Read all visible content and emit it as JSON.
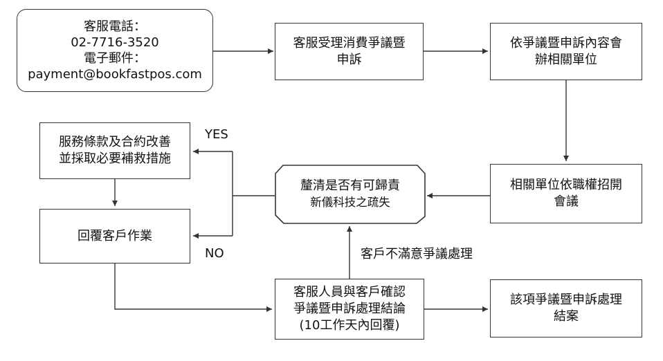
{
  "contact_box": {
    "line1": "客服電話：",
    "line2": "02-7716-3520",
    "line3": "電子郵件：",
    "line4": "payment@bookfastpos.com"
  },
  "step_accept": {
    "line1": "客服受理消費爭議暨",
    "line2": "申訴"
  },
  "step_assign": {
    "line1": "依爭議暨申訴內容會",
    "line2": "辦相關單位"
  },
  "step_meeting": {
    "line1": "相關單位依職權招開",
    "line2": "會議"
  },
  "step_clarify": {
    "line1": "釐清是否有可歸責",
    "line2": "新儀科技之疏失"
  },
  "step_improve": {
    "line1": "服務條款及合約改善",
    "line2": "並採取必要補救措施"
  },
  "step_reply": {
    "line1": "回覆客戶作業"
  },
  "step_confirm": {
    "line1": "客服人員與客戶確認",
    "line2": "爭議暨申訴處理結論",
    "line3": "(10工作天內回覆)"
  },
  "step_close": {
    "line1": "該項爭議暨申訴處理",
    "line2": "結案"
  },
  "labels": {
    "yes": "YES",
    "no": "NO",
    "unsatisfied": "客戶不滿意爭議處理"
  }
}
